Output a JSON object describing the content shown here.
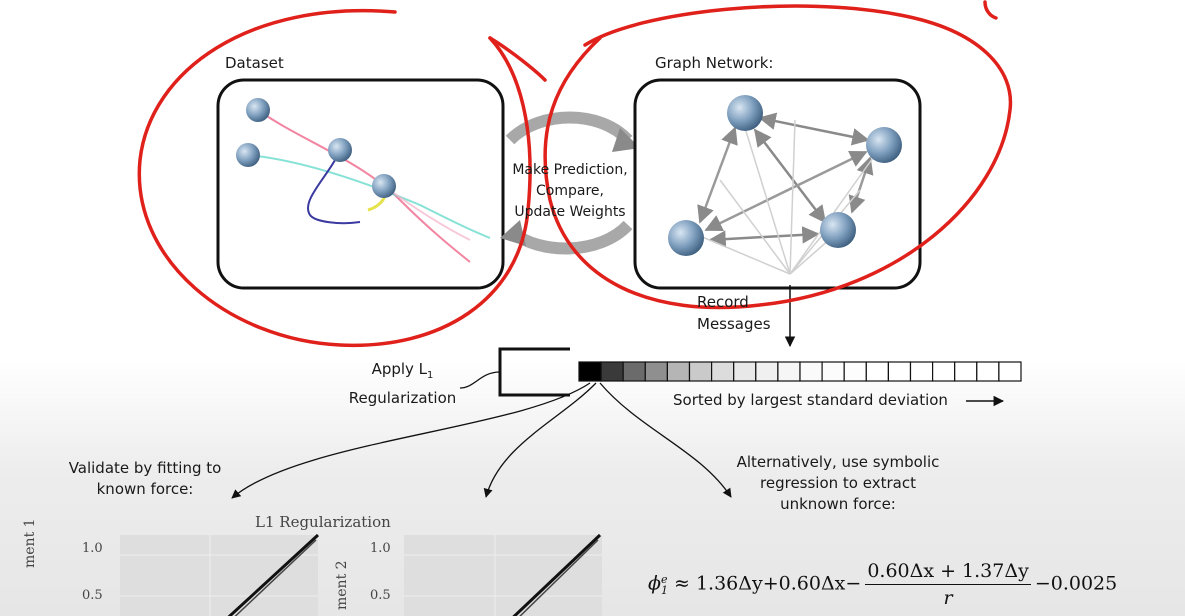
{
  "dataset": {
    "title": "Dataset"
  },
  "graph_network": {
    "title": "Graph Network:"
  },
  "cycle_text": [
    "Make Prediction,",
    "Compare,",
    "Update Weights"
  ],
  "record": {
    "line1": "Record",
    "line2": "Messages"
  },
  "l1": {
    "line1_prefix": "Apply L",
    "line1_sub": "1",
    "line2": "Regularization"
  },
  "sorted_label": "Sorted by largest standard deviation",
  "validate": {
    "line1": "Validate by fitting to",
    "line2": "known force:"
  },
  "alternative": {
    "line1": "Alternatively, use symbolic",
    "line2": "regression to extract",
    "line3": "unknown force:"
  },
  "plots": {
    "title": "L1 Regularization",
    "plot1_ylabel": "ment 1",
    "plot2_ylabel": "ment 2",
    "tick_top": "1.0",
    "tick_mid": "0.5"
  },
  "formula": {
    "lhs": "ϕ",
    "lhs_sup": "e",
    "lhs_sub": "1",
    "approx": "≈",
    "term1": "1.36Δy+0.60Δx−",
    "frac_num": "0.60Δx + 1.37Δy",
    "frac_den": "r",
    "term2": "−0.0025"
  },
  "message_cells": {
    "count": 20,
    "grays": [
      "#000000",
      "#3a3a3a",
      "#6b6b6b",
      "#8f8f8f",
      "#b5b5b5",
      "#cacaca",
      "#dcdcdc",
      "#e8e8e8",
      "#f0f0f0",
      "#f6f6f6",
      "#fafafa",
      "#fcfcfc",
      "#fdfdfd",
      "#ffffff",
      "#ffffff",
      "#ffffff",
      "#ffffff",
      "#ffffff",
      "#ffffff",
      "#ffffff"
    ]
  },
  "colors": {
    "annotation_red": "#e0201a",
    "node_blue": "#7f9fbf",
    "arrow_gray": "#8a8a8a"
  }
}
